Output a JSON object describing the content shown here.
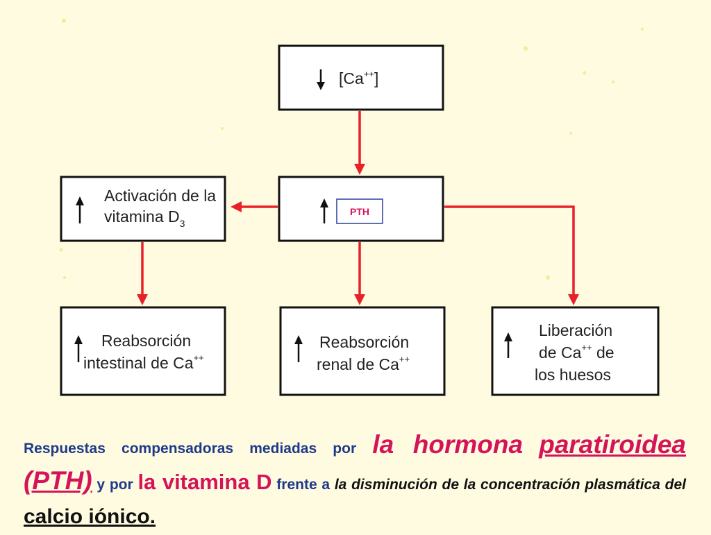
{
  "diagram": {
    "top_box": {
      "ion": "[Ca",
      "charge": "++",
      "close": "]"
    },
    "pth_label": "PTH",
    "activation_box": {
      "line1": "Activación de la",
      "line2": "vitamina D",
      "sub": "3"
    },
    "intestinal_box": {
      "line1": "Reabsorción",
      "line2": "intestinal de Ca",
      "sup": "++"
    },
    "renal_box": {
      "line1": "Reabsorción",
      "line2": "renal de Ca",
      "sup": "++"
    },
    "bone_box": {
      "line1": "Liberación",
      "line2a": "de Ca",
      "sup": "++",
      "line2b": " de",
      "line3": "los huesos"
    },
    "colors": {
      "arrow": "#e8202a",
      "caption_blue": "#1f3a8a",
      "caption_pink": "#d4145a"
    }
  },
  "caption": {
    "part1": "Respuestas compensadoras mediadas por ",
    "hormona": "la hormona",
    "parat": "paratiroidea (PTH)",
    "part2": " y por ",
    "vit": "la vitamina D",
    "part3": " frente a ",
    "la": "la",
    "part4": " disminución de la concentración plasmática del ",
    "calcio": "calcio iónico."
  }
}
